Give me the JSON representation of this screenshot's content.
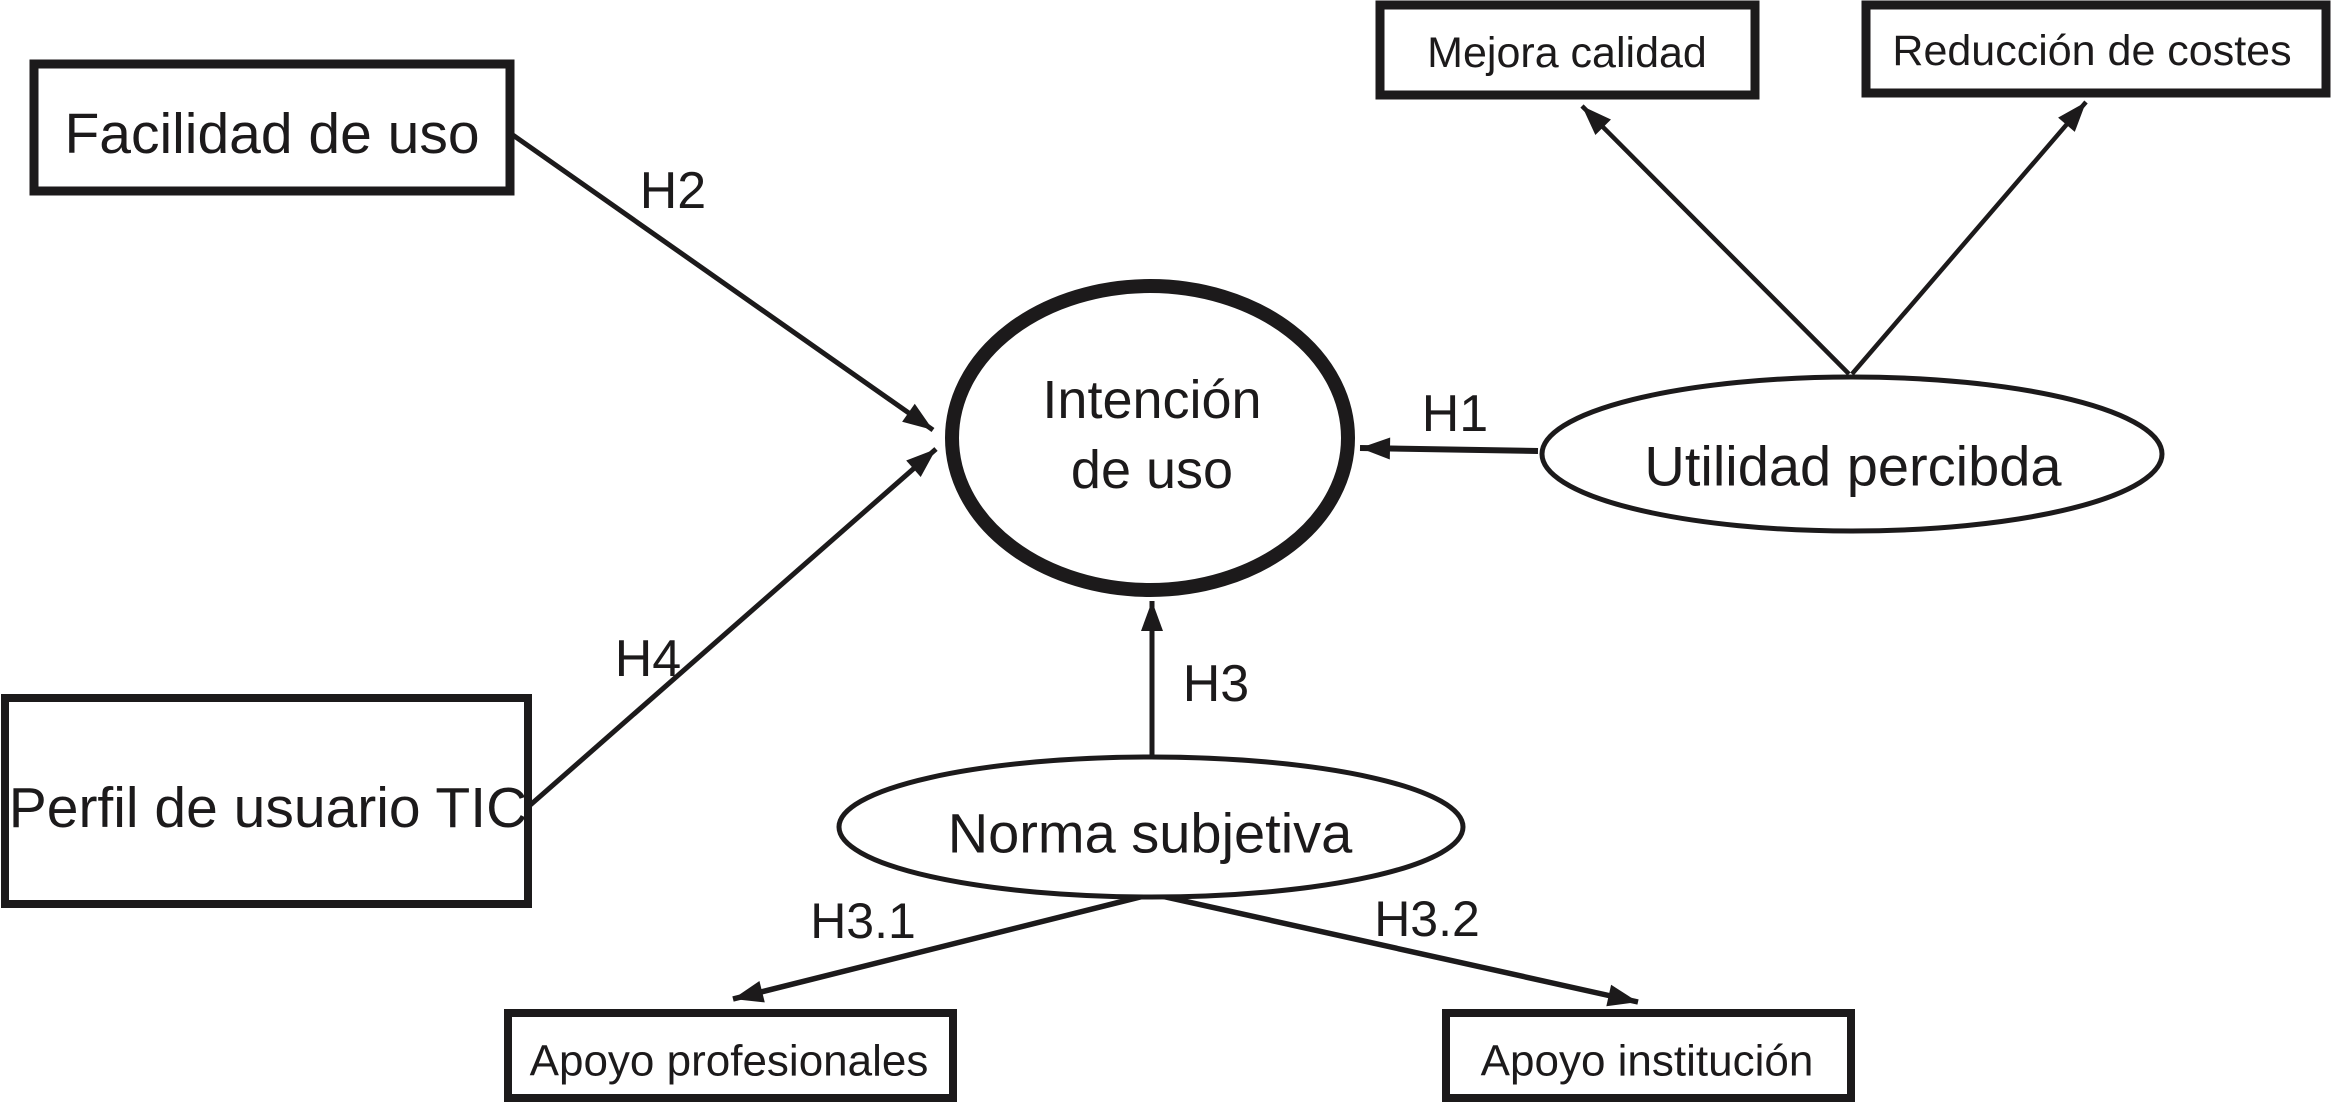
{
  "diagram": {
    "background": "#ffffff",
    "ink_color": "#1c1a1b",
    "nodes": {
      "facilidad_de_uso": {
        "label": "Facilidad de uso"
      },
      "perfil_usuario_tic": {
        "label": "Perfil de usuario TIC"
      },
      "intencion_de_uso": {
        "label_line1": "Intención",
        "label_line2": "de uso"
      },
      "utilidad_percibida": {
        "label": "Utilidad percibda"
      },
      "norma_subjetiva": {
        "label": "Norma subjetiva"
      },
      "mejora_calidad": {
        "label": "Mejora calidad"
      },
      "reduccion_de_costes": {
        "label": "Reducción de costes"
      },
      "apoyo_profesionales": {
        "label": "Apoyo profesionales"
      },
      "apoyo_institucion": {
        "label": "Apoyo institución"
      }
    },
    "edges": {
      "h1": {
        "label": "H1",
        "from": "Utilidad percibda",
        "to": "Intención de uso"
      },
      "h2": {
        "label": "H2",
        "from": "Facilidad de uso",
        "to": "Intención de uso"
      },
      "h3": {
        "label": "H3",
        "from": "Norma subjetiva",
        "to": "Intención de uso"
      },
      "h3_1": {
        "label": "H3.1",
        "from": "Norma subjetiva",
        "to": "Apoyo profesionales"
      },
      "h3_2": {
        "label": "H3.2",
        "from": "Norma subjetiva",
        "to": "Apoyo institución"
      },
      "h4": {
        "label": "H4",
        "from": "Perfil de usuario TIC",
        "to": "Intención de uso"
      },
      "utilidad_mejora": {
        "label": "",
        "from": "Utilidad percibda",
        "to": "Mejora calidad"
      },
      "utilidad_reduccion": {
        "label": "",
        "from": "Utilidad percibda",
        "to": "Reducción de costes"
      }
    }
  }
}
